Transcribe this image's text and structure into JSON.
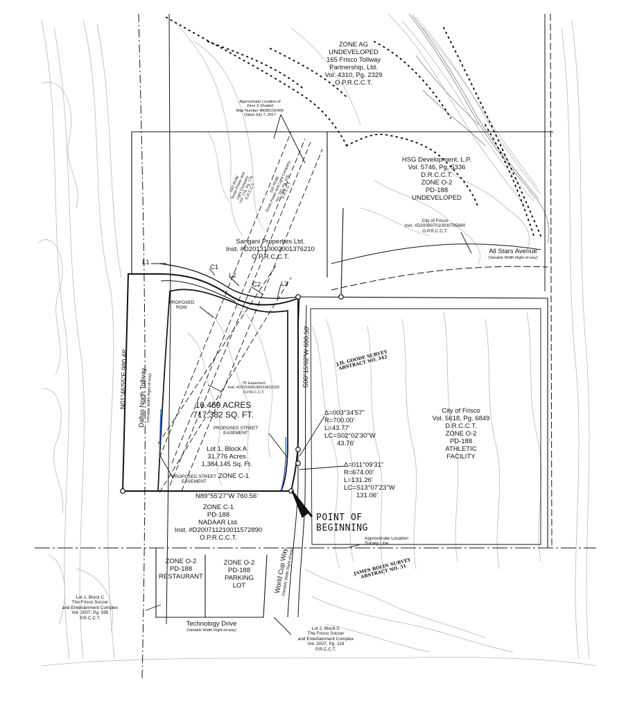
{
  "labels": {
    "zone_ag": [
      "ZONE AG",
      "UNDEVELOPED",
      "165 Frisco Tollway",
      "Partnership, Ltd.",
      "Vol. 4310, Pg. 2329",
      "O.P.R.C.C.T."
    ],
    "zone_x": [
      "Approximate Location of",
      "Zone X Shaded",
      "Map Number 48085C0240K",
      "Dated July 7, 2017"
    ],
    "hsg": [
      "HSG Development, L.P.",
      "Vol. 5746, Pg. 5336",
      "D.R.C.C.T.",
      "ZONE O-2",
      "PD-188",
      "UNDEVELOPED"
    ],
    "city_frisco_inst": [
      "City of Frisco",
      "Inst. #D200807010000795890",
      "O.P.R.C.C.T."
    ],
    "all_stars": [
      "All Stars Avenue",
      "(Variable Width Right-of-way)"
    ],
    "sangani": [
      "Sangani Properties Ltd.",
      "Inst. #D201310002001376210",
      "O.P.R.C.C.T."
    ],
    "row1": [
      "100' ROW",
      "Texas Power and",
      "Light Company",
      "Vol. 779, Pg. 775",
      "D.R.C.C.T."
    ],
    "row2": [
      "100' ROW",
      "Texas Power and Light Company",
      "Vol. 782, Pg. 475",
      "D.R.C.C.T."
    ],
    "course": {
      "l1": "L1",
      "c1": "C1",
      "l2": "L2",
      "c2": "C2",
      "l3": "L3",
      "west": "N01°46'55\"E 980.48'",
      "east": "S00°15'02\"W 680.50'",
      "south": "N89°55'27\"W 760.56'"
    },
    "proposed_row": [
      "PROPOSED",
      "ROW"
    ],
    "dallas_tollway": [
      "Dallas North Tollway",
      "(Variable Width Right-of-way)"
    ],
    "easement75": [
      "75' Easement",
      "Inst. #D201508190010422220",
      "O.P.R.C.C.T."
    ],
    "acres": [
      "16.469 ACRES",
      "717,382 SQ. FT."
    ],
    "street_easement_right": [
      "PROPOSED STREET",
      "EASEMENT"
    ],
    "lot1": [
      "Lot 1, Block A",
      "31.776 Acres",
      "1,384,145 Sq. Ft."
    ],
    "zone_c1_main": "ZONE C-1",
    "street_easement_left": [
      "PROPOSED STREET",
      "EASEMENT"
    ],
    "goode": [
      "J.H. GOODE SURVEY",
      "ABSTRACT NO. 342"
    ],
    "curve1": [
      "Δ=003°34'57\"",
      "R=700.00'",
      "L=43.77'",
      "LC=S02°02'30\"W",
      "43.76'"
    ],
    "curve2": [
      "Δ=011°09'31\"",
      "R=674.00'",
      "L=131.26'",
      "LC=S13°07'23\"W",
      "131.06'"
    ],
    "city_athletic": [
      "City of Frisco",
      "Vol. 5618, Pg. 6849",
      "D.R.C.C.T.",
      "ZONE O-2",
      "PD-188",
      "ATHLETIC",
      "FACILITY"
    ],
    "nadaar": [
      "ZONE C-1",
      "PD-188",
      "NADAAR Ltd.",
      "Inst. #D200711210011572890",
      "O.P.R.C.C.T."
    ],
    "pob": [
      "POINT OF",
      "BEGINNING"
    ],
    "survey_line": [
      "Approximate Location",
      "Survey Line"
    ],
    "restaurant": [
      "ZONE O-2",
      "PD-188",
      "RESTAURANT"
    ],
    "parking": [
      "ZONE O-2",
      "PD-188",
      "PARKING",
      "LOT"
    ],
    "world_cup": [
      "World Cup Way",
      "(Variable Width Right-of-way)"
    ],
    "bolin": [
      "JAMES BOLIN SURVEY",
      "ABSTRACT NO. 31"
    ],
    "lot1c": [
      "Lot 1, Block C",
      "The Frisco Soccer",
      "and Entertainment Complex",
      "Vol. 2007, Pg. 595",
      "P.R.C.C.T."
    ],
    "technology": [
      "Technology Drive",
      "(Variable Width Right-of-way)"
    ],
    "lot2c": [
      "Lot 2, Block C",
      "The Frisco Soccer",
      "and Entertainment Complex",
      "Vol. 2007, Pg. 118",
      "P.R.C.C.T."
    ]
  },
  "colors": {
    "linework": "#111111",
    "contour": "#b8b8b8",
    "contour_dark": "#8a8a8a",
    "easement_blue": "#1f5fd6"
  }
}
